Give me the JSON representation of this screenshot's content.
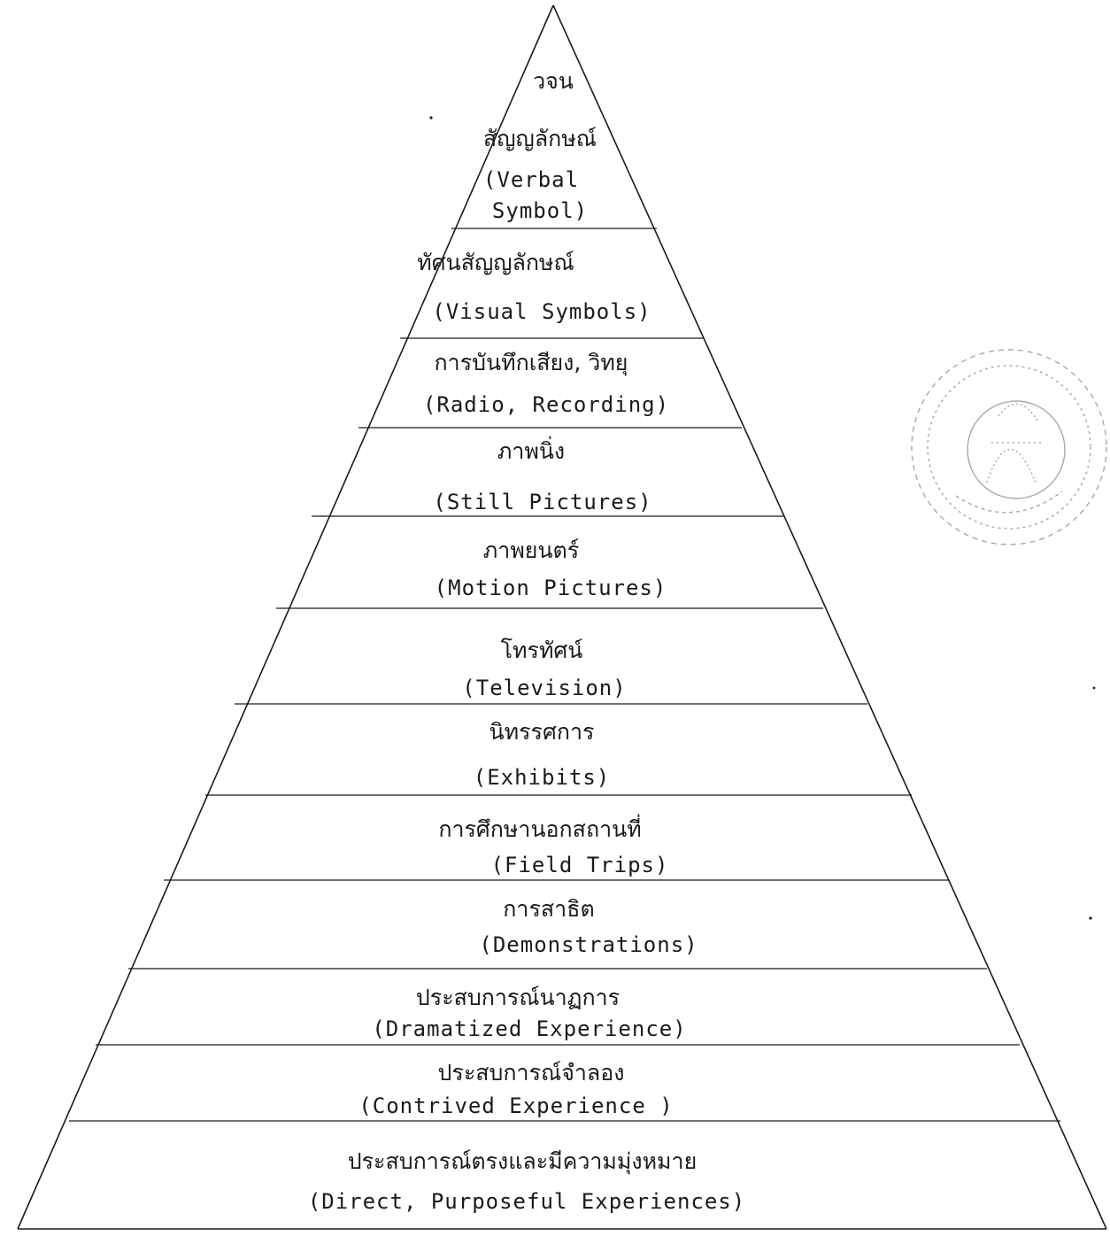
{
  "diagram": {
    "title": "",
    "levels": [
      {
        "thai": "วจน",
        "eng": ""
      },
      {
        "thai": "สัญญลักษณ์",
        "eng": ""
      },
      {
        "thai": "",
        "eng": "(Verbal"
      },
      {
        "thai": "",
        "eng": "Symbol)"
      },
      {
        "thai": "ทัศนสัญญลักษณ์",
        "eng": "(Visual Symbols)"
      },
      {
        "thai": "การบันทึกเสียง, วิทยุ",
        "eng": "(Radio, Recording)"
      },
      {
        "thai": "ภาพนิ่ง",
        "eng": "(Still Pictures)"
      },
      {
        "thai": "ภาพยนตร์",
        "eng": "(Motion Pictures)"
      },
      {
        "thai": "โทรทัศน์",
        "eng": "(Television)"
      },
      {
        "thai": "นิทรรศการ",
        "eng": "(Exhibits)"
      },
      {
        "thai": "การศึกษานอกสถานที่",
        "eng": "(Field Trips)"
      },
      {
        "thai": "การสาธิต",
        "eng": "(Demonstrations)"
      },
      {
        "thai": "ประสบการณ์นาฏการ",
        "eng": "(Dramatized Experience)"
      },
      {
        "thai": "ประสบการณ์จำลอง",
        "eng": "(Contrived Experience )"
      },
      {
        "thai": "ประสบการณ์ตรงและมีความมุ่งหมาย",
        "eng": "(Direct, Purposeful Experiences)"
      }
    ]
  },
  "stamp": {
    "kind": "library-seal",
    "text": ""
  },
  "colors": {
    "ink": "#1a1a1a",
    "paper": "#ffffff",
    "stamp": "#8a8a8a"
  }
}
